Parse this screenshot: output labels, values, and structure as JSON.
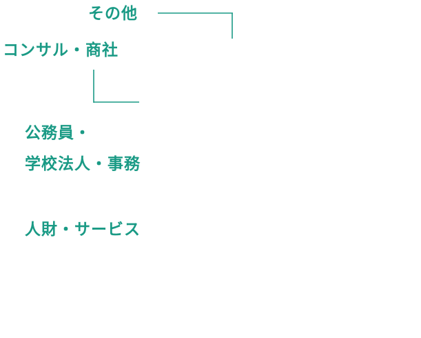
{
  "accent_color": "#1a9a85",
  "labels": {
    "other": "その他",
    "consulting": "コンサル・商社",
    "public_line1": "公務員・",
    "public_line2": "学校法人・事務",
    "hr_services": "人財・サービス"
  }
}
